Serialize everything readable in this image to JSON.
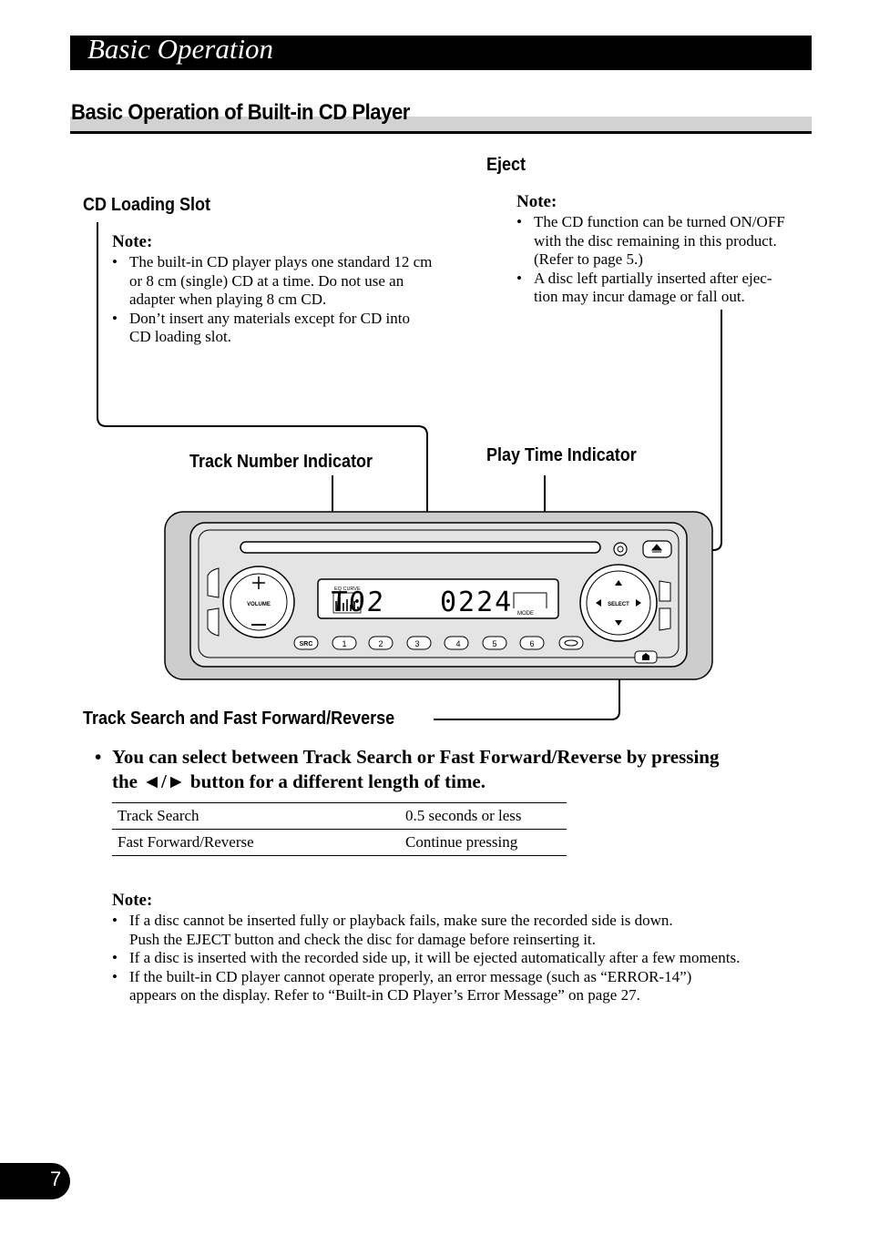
{
  "header": {
    "title": "Basic Operation"
  },
  "section": {
    "title": "Basic Operation of Built-in CD Player"
  },
  "callouts": {
    "eject": "Eject",
    "cd_loading_slot": "CD Loading Slot",
    "track_number_indicator": "Track Number Indicator",
    "play_time_indicator": "Play Time Indicator",
    "track_search": "Track Search and Fast Forward/Reverse"
  },
  "note_left": {
    "heading": "Note:",
    "items": [
      [
        "The built-in CD player plays one standard 12 cm",
        "or 8 cm (single) CD at a time. Do not use an",
        "adapter when playing 8 cm CD."
      ],
      [
        "Don’t insert any materials except for CD into",
        "CD loading slot."
      ]
    ]
  },
  "note_right": {
    "heading": "Note:",
    "items": [
      [
        "The CD function can be turned ON/OFF",
        "with the disc remaining in this product.",
        "(Refer to page 5.)"
      ],
      [
        "A disc left partially inserted after ejec-",
        "tion may incur damage or fall out."
      ]
    ]
  },
  "device": {
    "display_track": "T02",
    "display_time": "0224",
    "eq_label": "EQ CURVE",
    "mode_label": "MODE",
    "volume_label": "VOLUME",
    "select_label": "SELECT",
    "src_label": "SRC",
    "presets": [
      "1",
      "2",
      "3",
      "4",
      "5",
      "6"
    ]
  },
  "instruction": {
    "bullet": "•",
    "line1": "You can select between Track Search or Fast Forward/Reverse by pressing",
    "line2": "the ◄/► button for a different length of time."
  },
  "table": {
    "rows": [
      {
        "action": "Track Search",
        "duration": "0.5 seconds or less"
      },
      {
        "action": "Fast Forward/Reverse",
        "duration": "Continue pressing"
      }
    ]
  },
  "note_bottom": {
    "heading": "Note:",
    "items": [
      [
        "If a disc cannot be inserted fully or playback fails, make sure the recorded side is down.",
        "Push the EJECT button and check the disc for damage before reinserting it."
      ],
      [
        "If a disc is inserted with the recorded side up, it will be ejected automatically after a few moments."
      ],
      [
        "If the built-in CD player cannot operate properly, an error message (such as “ERROR-14”)",
        "appears on the display. Refer to “Built-in CD Player’s Error Message” on page 27."
      ]
    ]
  },
  "page": {
    "number": "7"
  }
}
